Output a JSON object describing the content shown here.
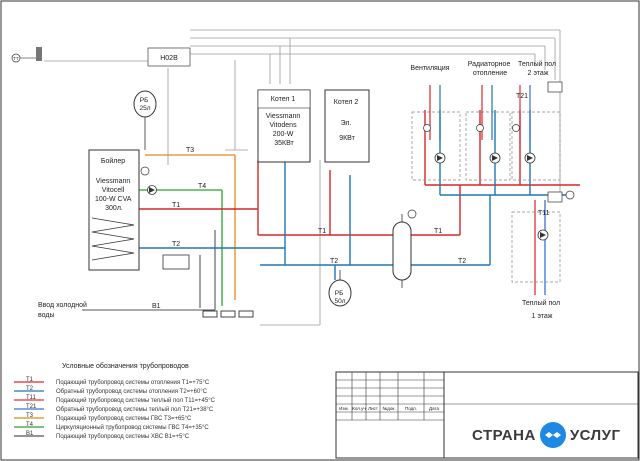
{
  "colors": {
    "t1": "#d62728",
    "t2": "#1f77b4",
    "t11": "#e0303a",
    "t21": "#3a6fd8",
    "t3": "#e08a1a",
    "t4": "#2ca02c",
    "b1": "#555555",
    "aux": "#888888",
    "brand_blue": "#1e88e5"
  },
  "labels": {
    "tt": "ТT",
    "h02b": "H02B",
    "rb_top": "РБ\n25л",
    "rb_bottom": "РБ\n50л",
    "boiler_tank": [
      "Бойлер",
      "Viessmann",
      "Vitocell",
      "100-W CVA",
      "300л."
    ],
    "kotel1": [
      "Котел 1",
      "Viessmann",
      "Vitodens",
      "200-W",
      "35КВт"
    ],
    "kotel2": [
      "Котел 2",
      "Эл.",
      "9КВт"
    ],
    "ventilation": "Вентиляция",
    "radiator": [
      "Радиаторное",
      "отопление"
    ],
    "floor2": [
      "Теплый пол",
      "2 этаж"
    ],
    "floor1": [
      "Теплый пол",
      "1 этаж"
    ],
    "cold_water": [
      "Ввод холодной",
      "воды"
    ],
    "pipes": {
      "t1": "T1",
      "t2": "T2",
      "t3": "T3",
      "t4": "T4",
      "b1": "B1",
      "t11": "T11",
      "t21": "T21"
    }
  },
  "legend": {
    "title": "Условные обозначения трубопроводов",
    "items": [
      {
        "code": "T1",
        "color": "#d62728",
        "text": "Подающий трубопровод системы отопления T1=+75°C"
      },
      {
        "code": "T2",
        "color": "#1f77b4",
        "text": "Обратный трубопровод системы отопления T2=+60°C"
      },
      {
        "code": "T11",
        "color": "#e0303a",
        "text": "Подающий трубопровод системы теплый пол T11=+45°C"
      },
      {
        "code": "T21",
        "color": "#3a6fd8",
        "text": "Обратный трубопровод системы теплый пол T21=+38°C"
      },
      {
        "code": "T3",
        "color": "#e08a1a",
        "text": "Подающий трубопровод системы ГВС T3=+65°C"
      },
      {
        "code": "T4",
        "color": "#2ca02c",
        "text": "Циркуляционный трубопровод системы ГВС T4=+35°C"
      },
      {
        "code": "B1",
        "color": "#555555",
        "text": "Подающий трубопровод системы ХВС B1=+5°C"
      }
    ]
  },
  "title_block": {
    "headers": [
      "Изм.",
      "Кол.уч",
      "Лист",
      "№док.",
      "Подп.",
      "Дата"
    ]
  },
  "brand": {
    "left": "СТРАНА",
    "right": "УСЛУГ"
  }
}
